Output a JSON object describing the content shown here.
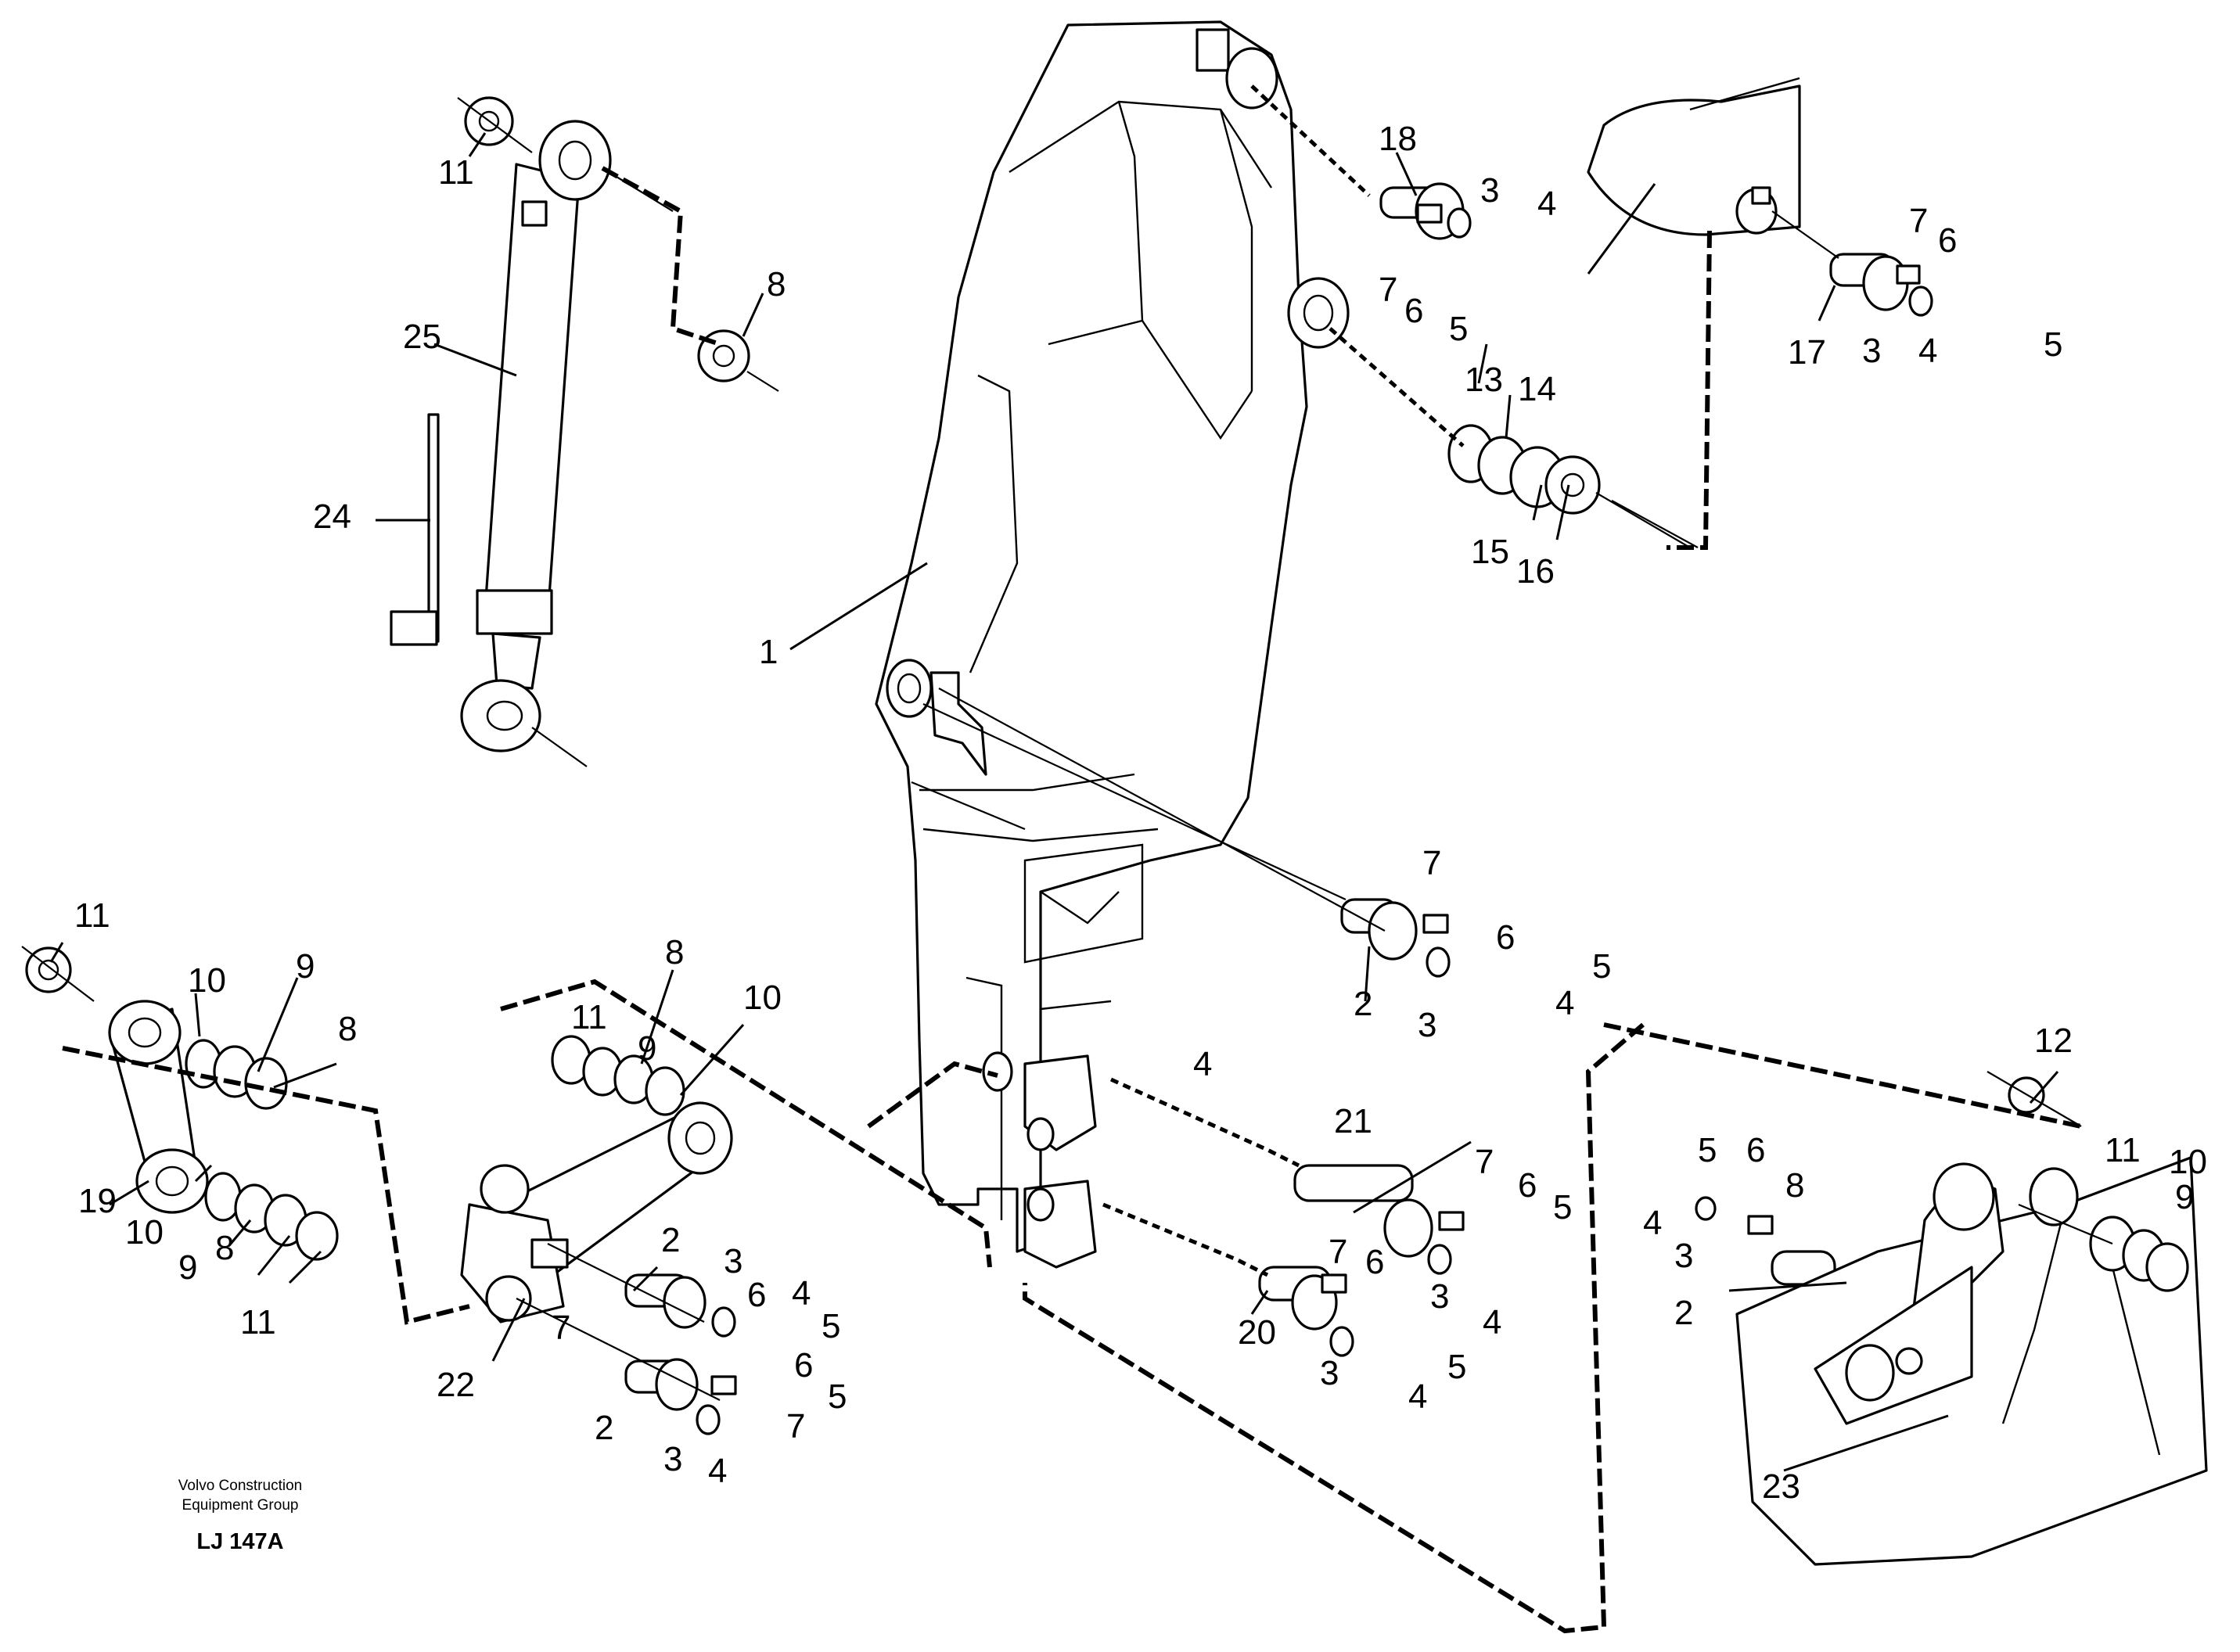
{
  "footer": {
    "company_line1": "Volvo Construction",
    "company_line2": "Equipment Group",
    "drawing_code": "LJ 147A"
  },
  "callouts": [
    {
      "id": "c1",
      "text": "1"
    },
    {
      "id": "c2a",
      "text": "2"
    },
    {
      "id": "c2b",
      "text": "2"
    },
    {
      "id": "c2c",
      "text": "2"
    },
    {
      "id": "c2d",
      "text": "2"
    },
    {
      "id": "c3a",
      "text": "3"
    },
    {
      "id": "c3b",
      "text": "3"
    },
    {
      "id": "c3c",
      "text": "3"
    },
    {
      "id": "c3d",
      "text": "3"
    },
    {
      "id": "c3e",
      "text": "3"
    },
    {
      "id": "c3f",
      "text": "3"
    },
    {
      "id": "c3g",
      "text": "3"
    },
    {
      "id": "c3h",
      "text": "3"
    },
    {
      "id": "c4a",
      "text": "4"
    },
    {
      "id": "c4b",
      "text": "4"
    },
    {
      "id": "c4c",
      "text": "4"
    },
    {
      "id": "c4d",
      "text": "4"
    },
    {
      "id": "c4e",
      "text": "4"
    },
    {
      "id": "c4f",
      "text": "4"
    },
    {
      "id": "c4g",
      "text": "4"
    },
    {
      "id": "c4h",
      "text": "4"
    },
    {
      "id": "c4i",
      "text": "4"
    },
    {
      "id": "c5a",
      "text": "5"
    },
    {
      "id": "c5b",
      "text": "5"
    },
    {
      "id": "c5c",
      "text": "5"
    },
    {
      "id": "c5d",
      "text": "5"
    },
    {
      "id": "c5e",
      "text": "5"
    },
    {
      "id": "c5f",
      "text": "5"
    },
    {
      "id": "c5g",
      "text": "5"
    },
    {
      "id": "c5h",
      "text": "5"
    },
    {
      "id": "c6a",
      "text": "6"
    },
    {
      "id": "c6b",
      "text": "6"
    },
    {
      "id": "c6c",
      "text": "6"
    },
    {
      "id": "c6d",
      "text": "6"
    },
    {
      "id": "c6e",
      "text": "6"
    },
    {
      "id": "c6f",
      "text": "6"
    },
    {
      "id": "c6g",
      "text": "6"
    },
    {
      "id": "c6h",
      "text": "6"
    },
    {
      "id": "c7a",
      "text": "7"
    },
    {
      "id": "c7b",
      "text": "7"
    },
    {
      "id": "c7c",
      "text": "7"
    },
    {
      "id": "c7d",
      "text": "7"
    },
    {
      "id": "c7e",
      "text": "7"
    },
    {
      "id": "c7f",
      "text": "7"
    },
    {
      "id": "c7g",
      "text": "7"
    },
    {
      "id": "c8a",
      "text": "8"
    },
    {
      "id": "c8b",
      "text": "8"
    },
    {
      "id": "c8c",
      "text": "8"
    },
    {
      "id": "c8d",
      "text": "8"
    },
    {
      "id": "c8e",
      "text": "8"
    },
    {
      "id": "c9a",
      "text": "9"
    },
    {
      "id": "c9b",
      "text": "9"
    },
    {
      "id": "c9c",
      "text": "9"
    },
    {
      "id": "c9d",
      "text": "9"
    },
    {
      "id": "c10a",
      "text": "10"
    },
    {
      "id": "c10b",
      "text": "10"
    },
    {
      "id": "c10c",
      "text": "10"
    },
    {
      "id": "c10d",
      "text": "10"
    },
    {
      "id": "c11a",
      "text": "11"
    },
    {
      "id": "c11b",
      "text": "11"
    },
    {
      "id": "c11c",
      "text": "11"
    },
    {
      "id": "c11d",
      "text": "11"
    },
    {
      "id": "c11e",
      "text": "11"
    },
    {
      "id": "c12",
      "text": "12"
    },
    {
      "id": "c13",
      "text": "13"
    },
    {
      "id": "c14",
      "text": "14"
    },
    {
      "id": "c15",
      "text": "15"
    },
    {
      "id": "c16",
      "text": "16"
    },
    {
      "id": "c17",
      "text": "17"
    },
    {
      "id": "c18",
      "text": "18"
    },
    {
      "id": "c19",
      "text": "19"
    },
    {
      "id": "c20",
      "text": "20"
    },
    {
      "id": "c21",
      "text": "21"
    },
    {
      "id": "c22",
      "text": "22"
    },
    {
      "id": "c23",
      "text": "23"
    },
    {
      "id": "c24",
      "text": "24"
    },
    {
      "id": "c25",
      "text": "25"
    }
  ]
}
